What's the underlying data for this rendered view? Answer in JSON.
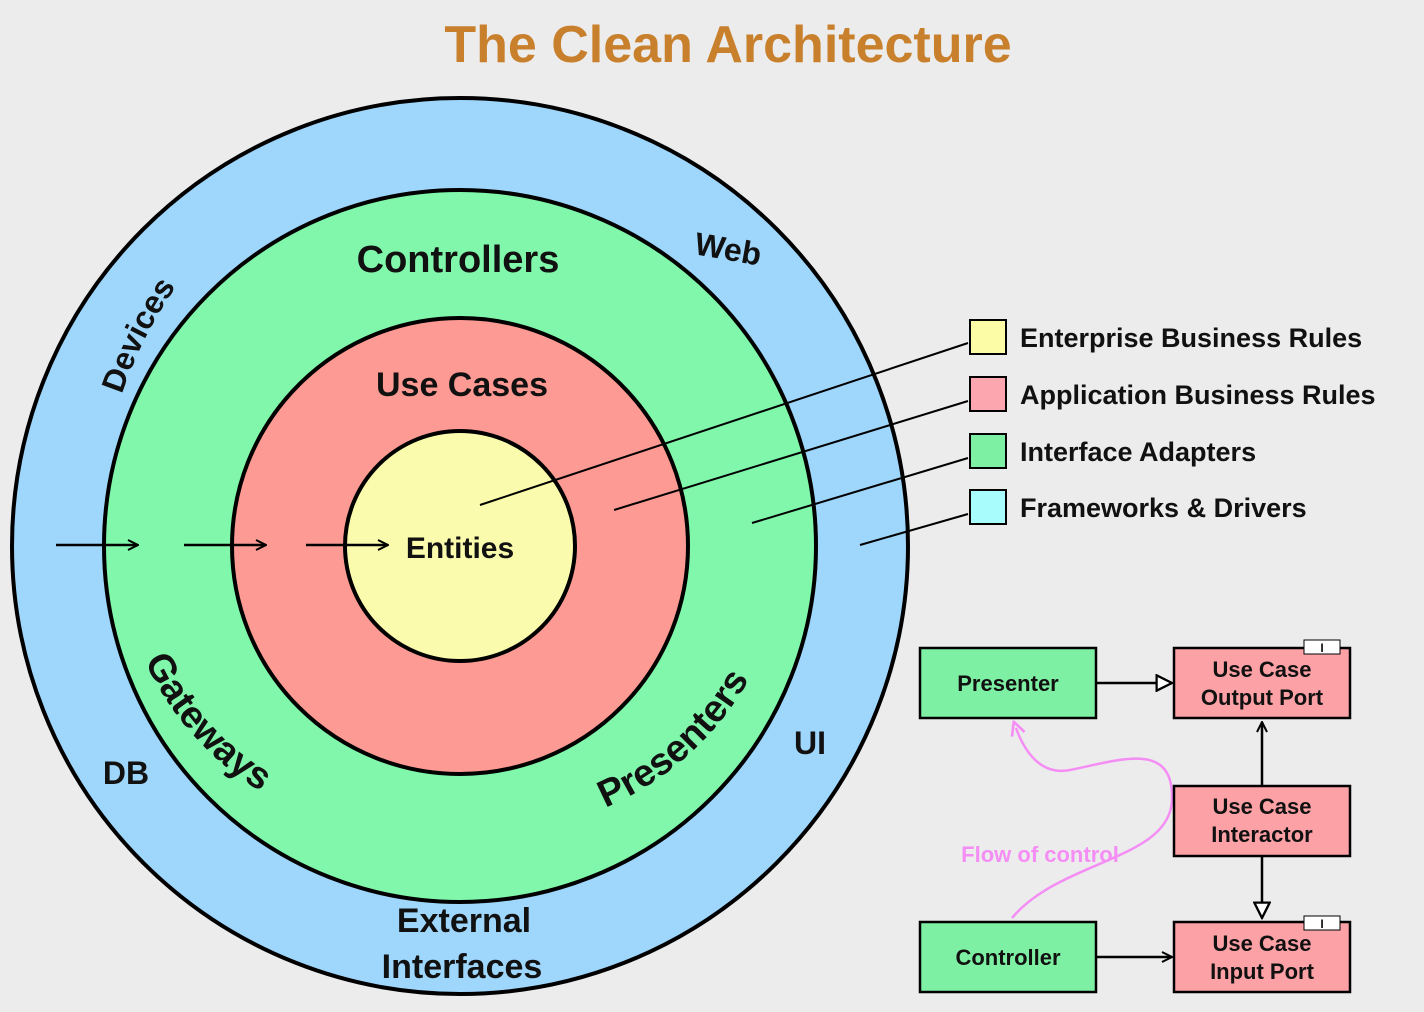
{
  "title": "The Clean Architecture",
  "rings": {
    "outer": {
      "fill": "#9fd6fb",
      "labels": {
        "devices": "Devices",
        "web": "Web",
        "db": "DB",
        "ui": "UI",
        "external_1": "External",
        "external_2": "Interfaces"
      }
    },
    "adapters": {
      "fill": "#80f7ab",
      "labels": {
        "controllers": "Controllers",
        "gateways": "Gateways",
        "presenters": "Presenters"
      }
    },
    "use_cases": {
      "fill": "#fc9a93",
      "label": "Use Cases"
    },
    "entities": {
      "fill": "#fafbac",
      "label": "Entities"
    }
  },
  "legend": [
    {
      "label": "Enterprise Business Rules",
      "color": "#fbfca5"
    },
    {
      "label": "Application Business Rules",
      "color": "#fca7b0"
    },
    {
      "label": "Interface Adapters",
      "color": "#7ef0a3"
    },
    {
      "label": "Frameworks & Drivers",
      "color": "#a9fcfc"
    }
  ],
  "flow": {
    "presenter": "Presenter",
    "controller": "Controller",
    "output_port_1": "Use Case",
    "output_port_2": "Output Port",
    "interactor_1": "Use Case",
    "interactor_2": "Interactor",
    "input_port_1": "Use Case",
    "input_port_2": "Input Port",
    "interface_marker": "I",
    "flow_label": "Flow of control",
    "flow_color": "#f48ef4",
    "green_box": "#7ef0a3",
    "red_box": "#fca1a6"
  },
  "title_color": "#c8802c"
}
